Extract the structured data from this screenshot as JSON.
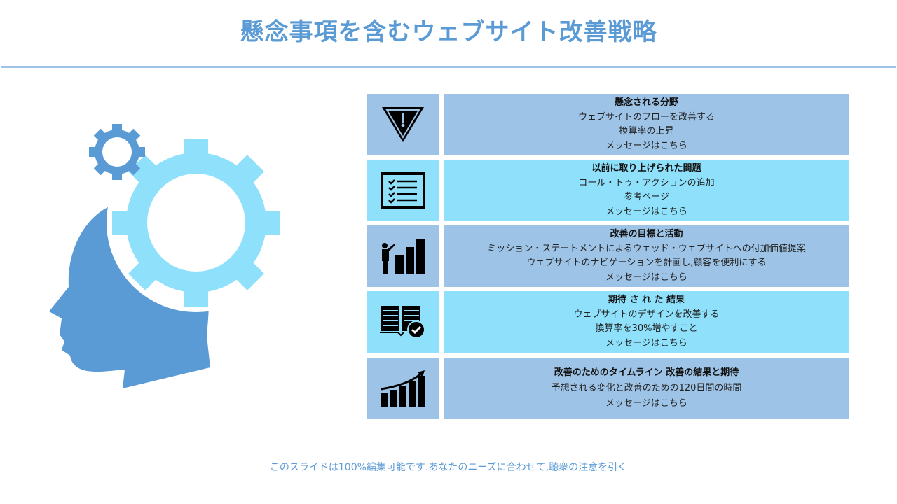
{
  "title": "懸念事項を含むウェブサイト改善戦略",
  "rows": [
    {
      "heading": "懸念される分野",
      "lines": [
        "ウェブサイトのフローを改善する",
        "換算率の上昇",
        "メッセージはこちら"
      ],
      "icon": "warning-triangle-icon"
    },
    {
      "heading": "以前に取り上げられた問題",
      "lines": [
        "コール・トゥ・アクションの追加",
        "参考ページ",
        "メッセージはこちら"
      ],
      "icon": "checklist-icon"
    },
    {
      "heading": "改善の目標と活動",
      "lines": [
        "ミッション・ステートメントによるウェッド・ウェブサイトへの付加価値提案",
        "ウェブサイトのナビゲーションを計画し,顧客を便利にする",
        "メッセージはこちら"
      ],
      "icon": "presenter-bar-chart-icon"
    },
    {
      "heading": "期待 さ れ た 結果",
      "lines": [
        "ウェブサイトのデザインを改善する",
        "換算率を30%増やすこと",
        "メッセージはこちら"
      ],
      "icon": "book-check-icon"
    },
    {
      "heading": "改善のためのタイムライン 改善の結果と期待",
      "lines": [
        "予想される変化と改善のための120日間の時間",
        "メッセージはこちら"
      ],
      "icon": "growth-chart-icon"
    }
  ],
  "footer": "このスライドは100%編集可能です.あなたのニーズに合わせて,聴衆の注意を引く",
  "colors": {
    "accent": "#5b9bd5",
    "row_a": "#9dc3e6",
    "row_b": "#8ee0fb"
  }
}
